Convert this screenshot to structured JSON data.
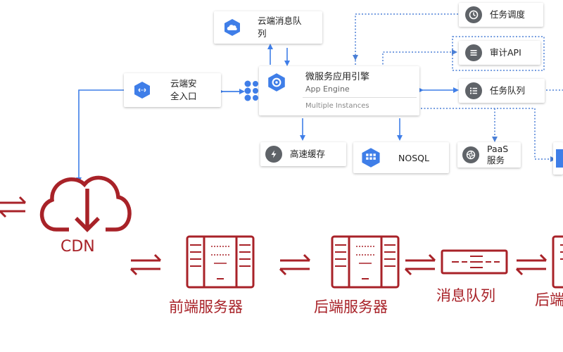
{
  "colors": {
    "blue": "#3f7ee8",
    "red": "#a82228",
    "gray_icon": "#5f6368",
    "dotted": "#4a7fd6"
  },
  "cloud_nodes": {
    "msg_queue": {
      "label_line1": "云端消息队",
      "label_line2": "列",
      "icon": "cloud-notification-icon"
    },
    "gateway": {
      "label_line1": "云端安",
      "label_line2": "全入口",
      "icon": "endpoints-icon"
    },
    "app_engine": {
      "title": "微服务应用引擎",
      "subtitle": "App Engine",
      "footer": "Multiple Instances",
      "icon": "app-engine-icon"
    },
    "scheduler": {
      "label": "任务调度",
      "icon": "clock-icon"
    },
    "audit": {
      "label": "审计API",
      "icon": "list-icon"
    },
    "task_queue": {
      "label": "任务队列",
      "icon": "task-list-icon"
    },
    "cache": {
      "label": "高速缓存",
      "icon": "lightning-icon"
    },
    "nosql": {
      "label": "NOSQL",
      "icon": "datastore-icon"
    },
    "paas": {
      "label_line1": "PaaS",
      "label_line2": "服务",
      "icon": "shutter-icon"
    }
  },
  "physical": {
    "cdn": {
      "label": "CDN",
      "icon": "cloud-download-icon"
    },
    "frontend": {
      "label": "前端服务器",
      "icon": "server-icon"
    },
    "backend": {
      "label": "后端服务器",
      "icon": "server-icon"
    },
    "mq": {
      "label": "消息队列",
      "icon": "queue-icon"
    },
    "backend_cut": {
      "label": "后端",
      "icon": "server-icon"
    }
  }
}
